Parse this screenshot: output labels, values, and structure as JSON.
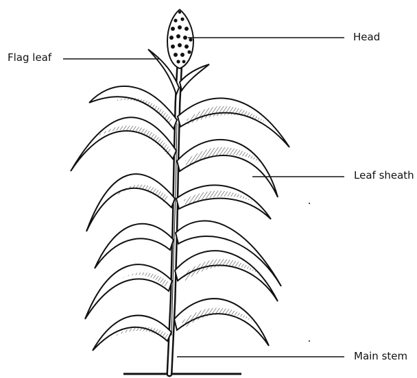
{
  "labels": {
    "flag_leaf": "Flag leaf",
    "head": "Head",
    "leaf_sheath": "Leaf sheath",
    "main_stem": "Main stem"
  },
  "colors": {
    "ink": "#111111",
    "background": "#ffffff"
  }
}
